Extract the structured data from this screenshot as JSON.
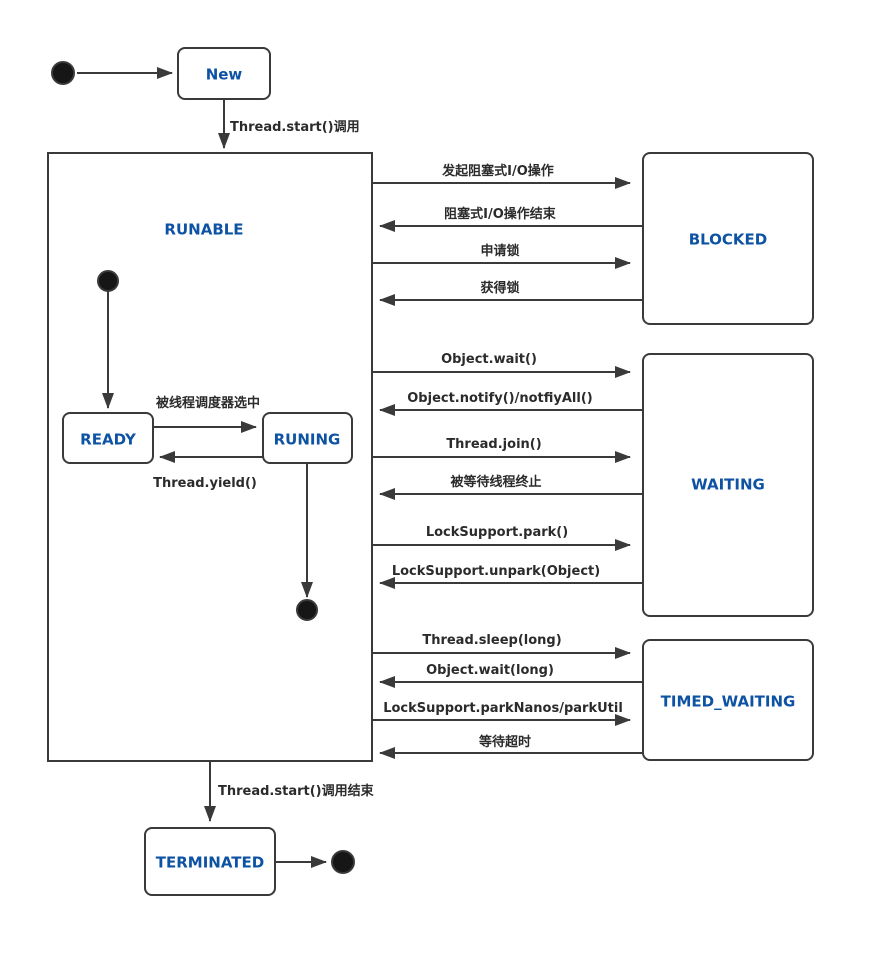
{
  "diagram": {
    "kind": "java-thread-state-machine",
    "colors": {
      "state_label_blue": "#0d52a3",
      "line_dark": "#3a3a3a",
      "background": "#ffffff"
    },
    "nodes": {
      "new": "New",
      "runnable": "RUNABLE",
      "ready": "READY",
      "runing": "RUNING",
      "blocked": "BLOCKED",
      "waiting": "WAITING",
      "timed_waiting": "TIMED_WAITING",
      "terminated": "TERMINATED"
    },
    "edges": {
      "new_to_runnable": "Thread.start()调用",
      "ready_to_runing": "被线程调度器选中",
      "runing_to_ready": "Thread.yield()",
      "runnable_to_blocked_io": "发起阻塞式I/O操作",
      "blocked_to_runnable_io": "阻塞式I/O操作结束",
      "runnable_to_blocked_lock": "申请锁",
      "blocked_to_runnable_lock": "获得锁",
      "runnable_to_waiting_wait": "Object.wait()",
      "waiting_to_runnable_notify": "Object.notify()/notfiyAll()",
      "runnable_to_waiting_join": "Thread.join()",
      "waiting_to_runnable_terminated": "被等待线程终止",
      "runnable_to_waiting_park": "LockSupport.park()",
      "waiting_to_runnable_unpark": "LockSupport.unpark(Object)",
      "runnable_to_timed_sleep": "Thread.sleep(long)",
      "timed_to_runnable_wait": "Object.wait(long)",
      "runnable_to_timed_parknanos": "LockSupport.parkNanos/parkUtil",
      "timed_to_runnable_timeout": "等待超时",
      "runnable_to_terminated": "Thread.start()调用结束"
    }
  }
}
